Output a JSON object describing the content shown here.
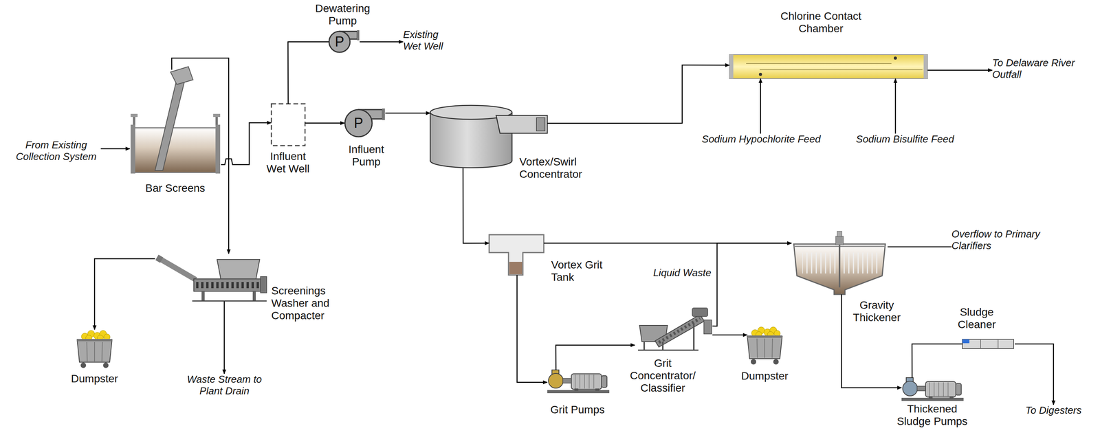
{
  "diagram": {
    "nodes": [
      {
        "text": [
          "From Existing Collection System"
        ]
      },
      {
        "text": [
          "Bar Screens"
        ]
      },
      {
        "text": [
          "Dewatering Pump",
          "P"
        ]
      },
      {
        "text": [
          "Existing Wet Well"
        ]
      },
      {
        "text": [
          "Influent Wet Well"
        ]
      },
      {
        "text": [
          "P",
          "Influent Pump"
        ]
      },
      {
        "text": [
          "Vortex/Swirl Concentrator"
        ]
      },
      {
        "text": [
          "Chlorine Contact Chamber"
        ]
      },
      {
        "text": [
          "To Delaware River Outfall"
        ]
      },
      {
        "text": [
          "Sodium Hypochlorite Feed"
        ]
      },
      {
        "text": [
          "Sodium Bisulfite Feed"
        ]
      },
      {
        "text": [
          "Screenings Washer and Compacter"
        ]
      },
      {
        "text": [
          "Dumpster"
        ]
      },
      {
        "text": [
          "Waste Stream to Plant Drain"
        ]
      },
      {
        "text": [
          "Vortex Grit Tank"
        ]
      },
      {
        "text": [
          "Gravity Thickener"
        ]
      },
      {
        "text": [
          "Overflow to Primary Clarifiers"
        ]
      },
      {
        "text": [
          "Grit Concentrator/ Classifier"
        ]
      },
      {
        "text": [
          "Dumpster"
        ]
      },
      {
        "text": [
          "Grit Pumps"
        ]
      },
      {
        "text": [
          "Sludge Cleaner"
        ]
      },
      {
        "text": [
          "Thickened Sludge Pumps"
        ]
      },
      {
        "text": [
          "To Digesters"
        ]
      }
    ],
    "edges": [
      {
        "from": 0,
        "to": 1,
        "arrow": "to"
      },
      {
        "from": 1,
        "to": 4,
        "arrow": "to"
      },
      {
        "from": 1,
        "to": 11,
        "arrow": "to"
      },
      {
        "from": 4,
        "to": 2,
        "arrow": "none"
      },
      {
        "from": 2,
        "to": 3,
        "arrow": "to"
      },
      {
        "from": 4,
        "to": 5,
        "arrow": "to"
      },
      {
        "from": 5,
        "to": 6,
        "arrow": "to"
      },
      {
        "from": 6,
        "to": 7,
        "arrow": "to"
      },
      {
        "from": 7,
        "to": 8,
        "arrow": "to"
      },
      {
        "from": 9,
        "to": 7,
        "arrow": "to"
      },
      {
        "from": 10,
        "to": 7,
        "arrow": "to"
      },
      {
        "from": 11,
        "to": 12,
        "arrow": "to"
      },
      {
        "from": 11,
        "to": 13,
        "arrow": "to"
      },
      {
        "from": 6,
        "to": 14,
        "arrow": "to"
      },
      {
        "from": 14,
        "to": 15,
        "arrow": "to"
      },
      {
        "from": 14,
        "to": 19,
        "arrow": "to"
      },
      {
        "from": 19,
        "to": 17,
        "arrow": "to"
      },
      {
        "from": 17,
        "to": 15,
        "label": "Liquid Waste",
        "arrow": "to"
      },
      {
        "from": 17,
        "to": 18,
        "arrow": "to"
      },
      {
        "from": 15,
        "to": 16,
        "arrow": "none"
      },
      {
        "from": 15,
        "to": 21,
        "arrow": "to"
      },
      {
        "from": 21,
        "to": 20,
        "arrow": "none"
      },
      {
        "from": 20,
        "to": 22,
        "arrow": "to"
      }
    ]
  }
}
